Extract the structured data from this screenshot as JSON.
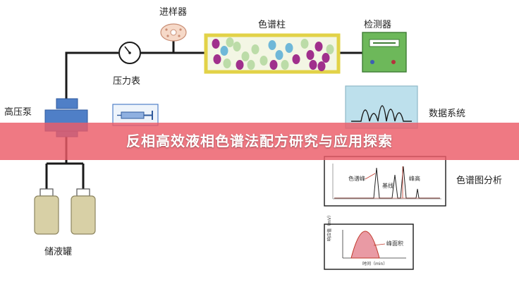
{
  "labels": {
    "injector": "进样器",
    "column": "色谱柱",
    "detector": "检测器",
    "pressure_gauge": "压力表",
    "pump": "高压泵",
    "data_system": "数据系统",
    "chromatogram_analysis": "色谱图分析",
    "reservoir": "储液罐",
    "chrom_peak": "色谱峰",
    "baseline": "基线",
    "peak_height": "峰高",
    "peak_area": "峰面积",
    "area_ylabel": "响应值（mV）",
    "area_xlabel": "时间（min）"
  },
  "banner": {
    "title": "反相高效液相色谱法配方研究与应用探索"
  },
  "colors": {
    "pipe": "#1a1a1a",
    "column_frame": "#e7d94a",
    "particle_purple": "#a0308c",
    "particle_blue": "#6fb8d8",
    "particle_green": "#bcdca8",
    "detector_fill": "#6db85a",
    "pump_fill": "#4f7fc7",
    "screen_fill": "#bde0ec",
    "reservoir_fill": "#d8d0a6",
    "peak_area_fill": "#e99aa4",
    "banner": "#ec5c68"
  }
}
